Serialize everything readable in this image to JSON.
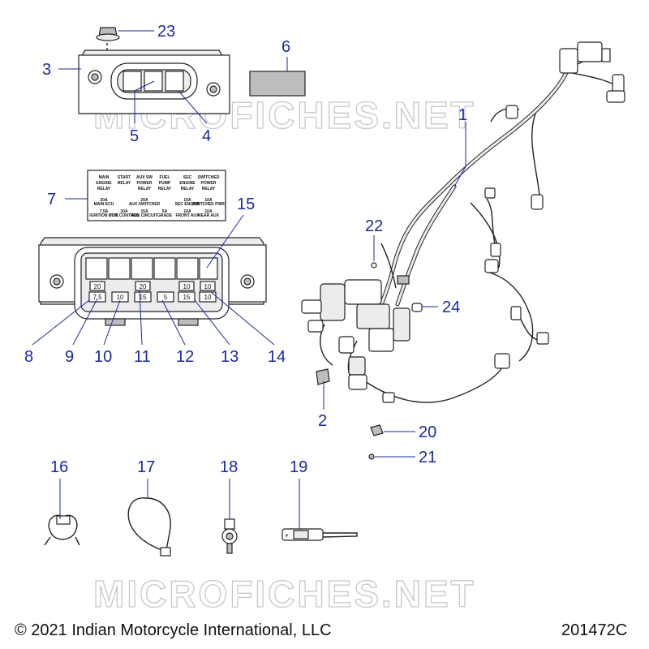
{
  "watermark": "MICROFICHES.NET",
  "footer": {
    "copyright": "© 2021 Indian Motorcycle International, LLC",
    "diagram_id": "201472C"
  },
  "callouts": [
    "1",
    "2",
    "3",
    "4",
    "5",
    "6",
    "7",
    "8",
    "9",
    "10",
    "11",
    "12",
    "13",
    "14",
    "15",
    "16",
    "17",
    "18",
    "19",
    "20",
    "21",
    "22",
    "23",
    "24"
  ],
  "decal_label": {
    "headers": [
      [
        "MAIN",
        "ENGINE",
        "RELAY"
      ],
      [
        "START",
        "RELAY"
      ],
      [
        "AUX SW",
        "POWER",
        "RELAY"
      ],
      [
        "FUEL",
        "PUMP",
        "RELAY"
      ],
      [
        "SEC",
        "ENGINE",
        "RELAY"
      ],
      [
        "SWITCHED",
        "POWER",
        "RELAY"
      ]
    ],
    "row1": [
      [
        "20A",
        "MAIN ECU"
      ],
      [
        "20A",
        "AUX SWITCHED"
      ],
      [
        "10A",
        "SEC ENGINE"
      ],
      [
        "10A",
        "SWITCHED PWR"
      ]
    ],
    "row2": [
      [
        "7.5A",
        "IGNITION COIL"
      ],
      [
        "10A",
        "VCM CONTROL"
      ],
      [
        "15A",
        "AUX CIRCUIT"
      ],
      [
        "5A",
        "GRADE"
      ],
      [
        "10A",
        "FRONT AUX"
      ],
      [
        "10A",
        "REAR AUX"
      ]
    ]
  },
  "fuse_box": {
    "row1": [
      "20",
      "20",
      "10",
      "10"
    ],
    "row2": [
      "7.5",
      "10",
      "15",
      "5",
      "15",
      "10"
    ]
  },
  "connector_mark": "#"
}
